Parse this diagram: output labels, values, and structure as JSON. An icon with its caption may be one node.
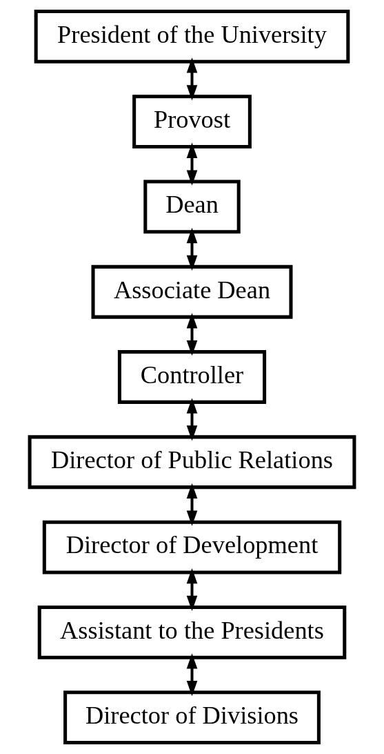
{
  "diagram": {
    "nodes": [
      {
        "text": [
          "President of the University"
        ]
      },
      {
        "text": [
          "Provost"
        ]
      },
      {
        "text": [
          "Dean"
        ]
      },
      {
        "text": [
          "Associate Dean"
        ]
      },
      {
        "text": [
          "Controller"
        ]
      },
      {
        "text": [
          "Director of Public Relations"
        ]
      },
      {
        "text": [
          "Director of Development"
        ]
      },
      {
        "text": [
          "Assistant to the Presidents"
        ]
      },
      {
        "text": [
          "Director of Divisions"
        ]
      }
    ],
    "edges": [
      {
        "from": 0,
        "to": 1,
        "arrow": "both"
      },
      {
        "from": 1,
        "to": 2,
        "arrow": "both"
      },
      {
        "from": 2,
        "to": 3,
        "arrow": "both"
      },
      {
        "from": 3,
        "to": 4,
        "arrow": "both"
      },
      {
        "from": 4,
        "to": 5,
        "arrow": "both"
      },
      {
        "from": 5,
        "to": 6,
        "arrow": "both"
      },
      {
        "from": 6,
        "to": 7,
        "arrow": "both"
      },
      {
        "from": 7,
        "to": 8,
        "arrow": "both"
      }
    ]
  }
}
